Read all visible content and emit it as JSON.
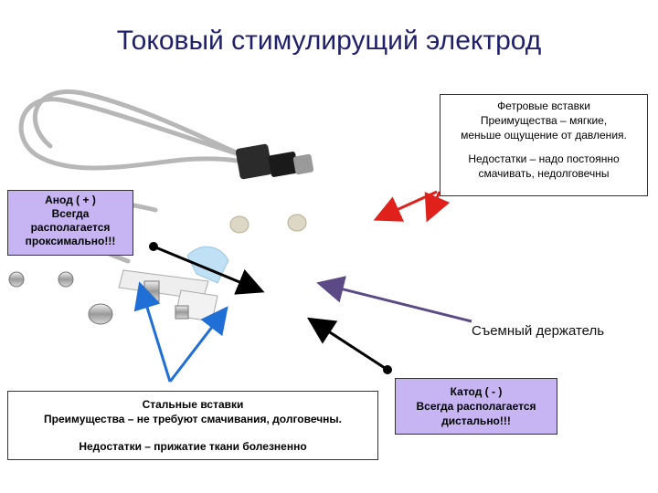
{
  "title": "Токовый стимулирущий электрод",
  "felt": {
    "lines": [
      "Фетровые вставки",
      "Преимущества – мягкие,",
      "меньше ощущение от давления."
    ],
    "cons": [
      "Недостатки – надо постоянно",
      "смачивать, недолговечны"
    ]
  },
  "anode": {
    "lines": [
      "Анод ( + )",
      "Всегда",
      "располагается",
      "проксимально!!!"
    ]
  },
  "steel": {
    "lines": [
      "Стальные вставки",
      "Преимущества – не требуют смачивания, долговечны."
    ],
    "cons": [
      "Недостатки – прижатие ткани болезненно"
    ]
  },
  "cathode": {
    "lines": [
      "Катод ( - )",
      "Всегда располагается",
      "дистально!!!"
    ]
  },
  "holder_label": "Съемный держатель",
  "colors": {
    "title": "#1f1f6b",
    "highlight_box": "#c6b5f2",
    "arrow_red": "#e0201b",
    "arrow_blue": "#1f6fd6",
    "arrow_purple": "#5b4a86",
    "arrow_black": "#000000"
  }
}
